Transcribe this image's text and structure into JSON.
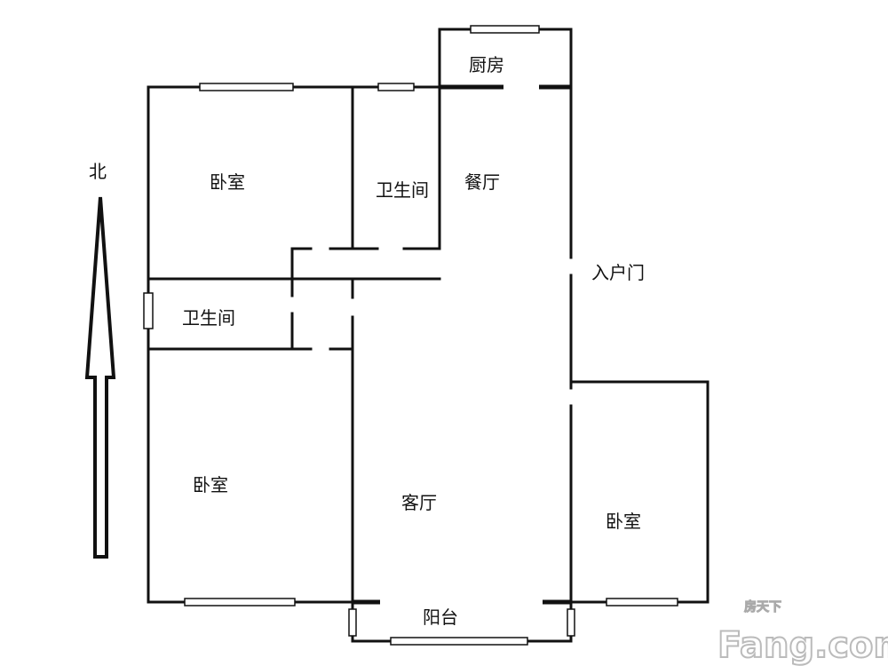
{
  "compass": {
    "north_label": "北"
  },
  "rooms": {
    "bedroom_nw": "卧室",
    "bathroom_north": "卫生间",
    "dining": "餐厅",
    "kitchen": "厨房",
    "entrance_door": "入户门",
    "bathroom_west": "卫生间",
    "bedroom_sw": "卧室",
    "living_room": "客厅",
    "bedroom_se": "卧室",
    "balcony": "阳台"
  },
  "watermark": {
    "brand_cn": "房天下",
    "brand_en": "Fang.com"
  }
}
